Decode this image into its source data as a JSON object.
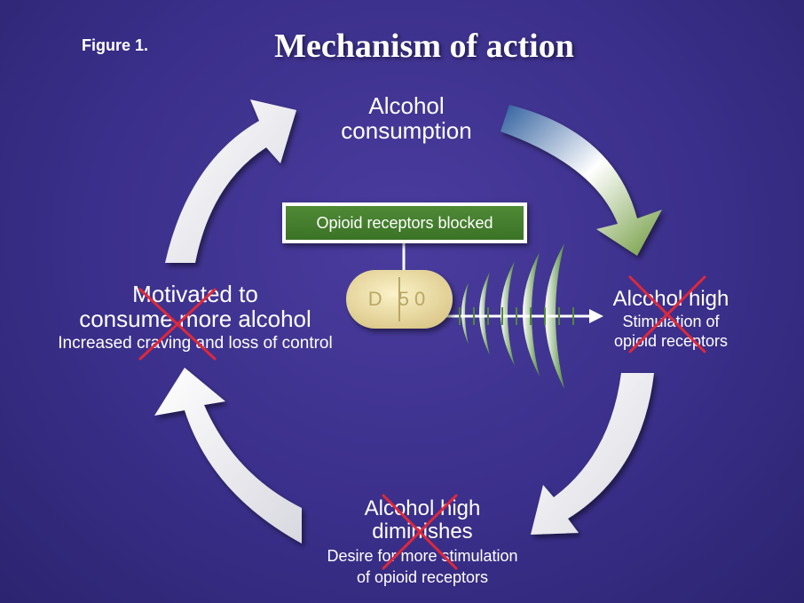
{
  "figure_label": "Figure 1.",
  "title": "Mechanism of action",
  "nodes": {
    "consumption": {
      "line1": "Alcohol",
      "line2": "consumption"
    },
    "high": {
      "line1": "Alcohol high",
      "sub1": "Stimulation of",
      "sub2": "opioid receptors"
    },
    "diminishes": {
      "line1": "Alcohol high",
      "line2": "diminishes",
      "sub1": "Desire for more stimulation",
      "sub2": "of opioid receptors"
    },
    "motivated": {
      "line1": "Motivated to",
      "line2": "consume more alcohol",
      "sub1": "Increased craving and loss of control"
    }
  },
  "blocked_label": "Opioid receptors blocked",
  "pill_imprint": "D 50",
  "colors": {
    "background": "#3a2f8a",
    "arrow_white": "#f2f2f4",
    "arrow_blue": "#2f5f9e",
    "arrow_green": "#6f9a3c",
    "cross_red": "#e0283a",
    "pill": "#efe0a8",
    "label_green": "#3f7a2a"
  }
}
